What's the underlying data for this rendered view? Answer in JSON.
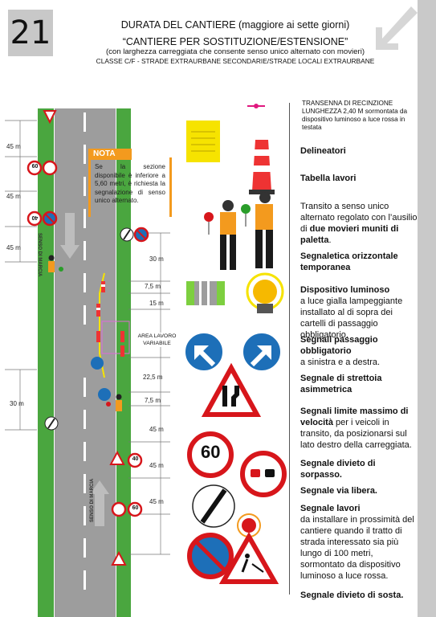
{
  "page_number": "21",
  "header": {
    "title": "DURATA DEL CANTIERE (maggiore ai sette giorni)",
    "subtitle": "“CANTIERE PER SOSTITUZIONE/ESTENSIONE”",
    "description": "(con larghezza carreggiata che consente senso unico alternato con movieri)",
    "classification": "CLASSE C/F - STRADE EXTRAURBANE SECONDARIE/STRADE LOCALI EXTRAURBANE"
  },
  "road": {
    "lane_label_left": "SENSO DI MARCIA",
    "lane_label_right": "SENSO DI MARCIA",
    "work_area_label_line1": "AREA LAVORO",
    "work_area_label_line2": "VARIABILE",
    "left_distances": [
      "45 m",
      "45 m",
      "45 m",
      "30 m"
    ],
    "right_distances": [
      "30 m",
      "7,5 m",
      "15 m",
      "22,5 m",
      "7,5 m",
      "45 m",
      "45 m",
      "45 m"
    ],
    "speed_limits": [
      "60",
      "40",
      "40",
      "60"
    ]
  },
  "nota": {
    "title": "NOTA",
    "text": "Se la sezione disponibile è inferiore a 5,60 metri, è richiesta la segnalazione di senso unico alternato."
  },
  "legend": {
    "barrier": "TRANSENNA DI RECINZIONE LUNGHEZZA 2,40 M sormontata da dispositivo luminoso a luce rossa in testata",
    "delineatori": "Delineatori",
    "tabella_lavori": "Tabella lavori",
    "transito_prefix": "Transito a senso unico alternato regolato con l’ausilio di ",
    "transito_bold": "due movieri muniti di paletta",
    "transito_suffix": ".",
    "segnaletica": "Segnaletica orizzontale temporanea",
    "dispositivo_title": "Dispositivo luminoso",
    "dispositivo_text": "a luce gialla lampeggiante installato al di sopra dei cartelli di passaggio obbligatorio.",
    "passaggio_title": "Segnali passaggio obbligatorio",
    "passaggio_text": "a sinistra e a destra.",
    "strettoia": "Segnale di strettoia asimmetrica",
    "limite_title": "Segnali limite massimo di velocità",
    "limite_text": " per i veicoli in transito, da posizionarsi sul lato destro della carreggiata.",
    "sorpasso": "Segnale divieto di sorpasso.",
    "via_libera": "Segnale via libera.",
    "lavori_title": "Segnale lavori",
    "lavori_text": "da installare in prossimità del cantiere quando il tratto di strada interessato sia più lungo di 100 metri, sormontato da dispositivo luminoso a luce rossa.",
    "sosta": "Segnale divieto di sosta."
  },
  "signs": {
    "speed_big": "60"
  },
  "colors": {
    "road_green": "#4aa63f",
    "road_gray": "#9d9d9d",
    "sign_red": "#d7161b",
    "sign_blue": "#1d6fb8",
    "orange": "#f39a1e",
    "yellow": "#f6e300",
    "band_gray": "#c9c9c9"
  }
}
